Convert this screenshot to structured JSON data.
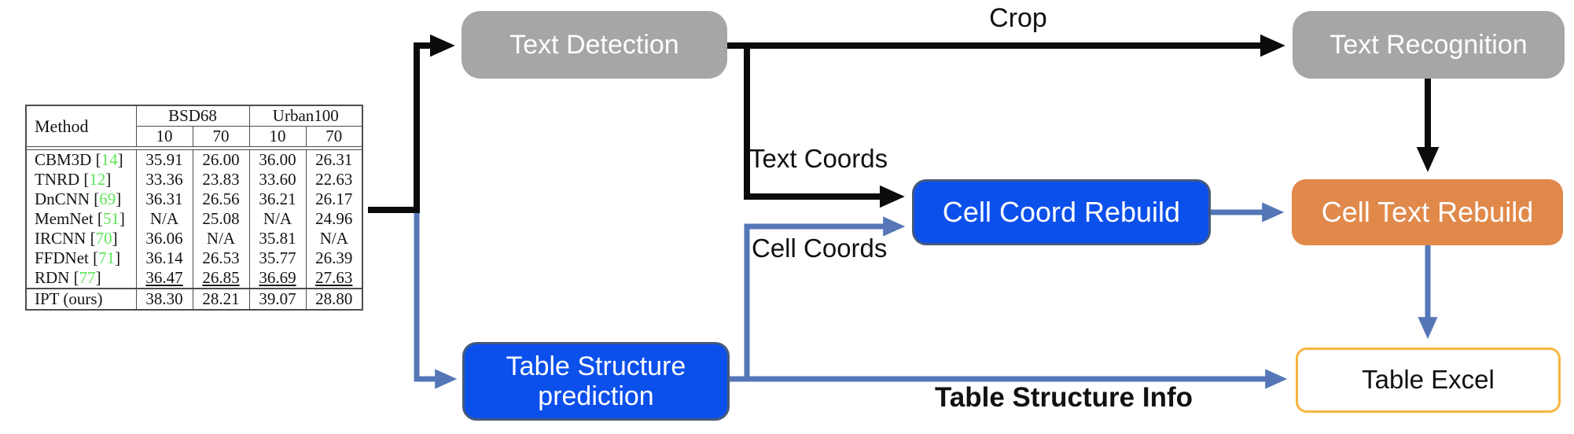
{
  "diagram": {
    "nodes": {
      "text_detection": {
        "label": "Text Detection",
        "fill": "#a7a5a5",
        "text_color": "#ffffff"
      },
      "text_recognition": {
        "label": "Text Recognition",
        "fill": "#a7a5a5",
        "text_color": "#ffffff"
      },
      "cell_coord_rebuild": {
        "label": "Cell Coord Rebuild",
        "fill": "#0c50ec",
        "text_color": "#ffffff",
        "border": "#44597e"
      },
      "cell_text_rebuild": {
        "label": "Cell Text Rebuild",
        "fill": "#e0894b",
        "text_color": "#ffffff"
      },
      "table_structure_prediction": {
        "label": "Table Structure prediction",
        "fill": "#0c50ec",
        "text_color": "#ffffff",
        "border": "#44597e"
      },
      "table_excel": {
        "label": "Table Excel",
        "fill": "#ffffff",
        "text_color": "#111111",
        "border": "#f5b53e"
      }
    },
    "edge_labels": {
      "crop": "Crop",
      "text_coords": "Text Coords",
      "cell_coords": "Cell Coords",
      "table_structure_info": "Table Structure Info"
    },
    "arrow_colors": {
      "black": "#0b0b0b",
      "blue": "#5577b7"
    }
  },
  "table": {
    "method_header": "Method",
    "group_headers": [
      "BSD68",
      "Urban100"
    ],
    "sub_headers": [
      "10",
      "70",
      "10",
      "70"
    ],
    "cite_color": "#5ee658",
    "rows": [
      {
        "method": "CBM3D",
        "cite": "14",
        "values": [
          "35.91",
          "26.00",
          "36.00",
          "26.31"
        ]
      },
      {
        "method": "TNRD",
        "cite": "12",
        "values": [
          "33.36",
          "23.83",
          "33.60",
          "22.63"
        ]
      },
      {
        "method": "DnCNN",
        "cite": "69",
        "values": [
          "36.31",
          "26.56",
          "36.21",
          "26.17"
        ]
      },
      {
        "method": "MemNet",
        "cite": "51",
        "values": [
          "N/A",
          "25.08",
          "N/A",
          "24.96"
        ]
      },
      {
        "method": "IRCNN",
        "cite": "70",
        "values": [
          "36.06",
          "N/A",
          "35.81",
          "N/A"
        ]
      },
      {
        "method": "FFDNet",
        "cite": "71",
        "values": [
          "36.14",
          "26.53",
          "35.77",
          "26.39"
        ]
      },
      {
        "method": "RDN",
        "cite": "77",
        "values": [
          "36.47",
          "26.85",
          "36.69",
          "27.63"
        ],
        "style": "underline"
      },
      {
        "method": "IPT (ours)",
        "cite": "",
        "values": [
          "38.30",
          "28.21",
          "39.07",
          "28.80"
        ],
        "style": "bold sep"
      }
    ]
  }
}
